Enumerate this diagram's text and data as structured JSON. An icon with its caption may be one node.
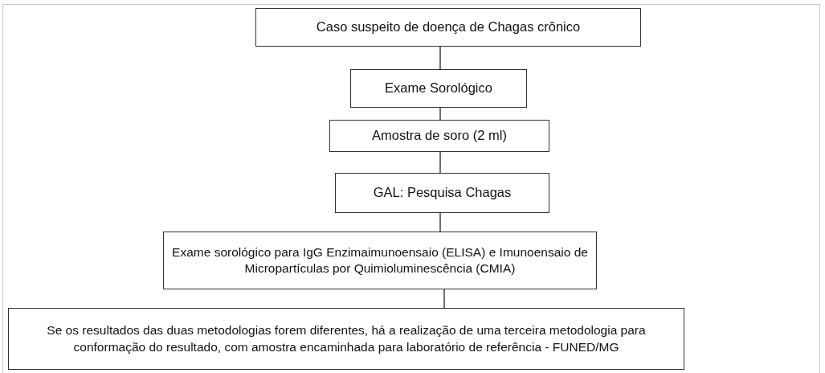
{
  "diagram": {
    "nodes": [
      {
        "text": [
          "Caso suspeito de doença de Chagas crônico"
        ]
      },
      {
        "text": [
          "Exame Sorológico"
        ]
      },
      {
        "text": [
          "Amostra de soro (2 ml)"
        ]
      },
      {
        "text": [
          "GAL: Pesquisa Chagas"
        ]
      },
      {
        "text": [
          "Exame sorológico para IgG Enzimaimunoensaio (ELISA) e Imunoensaio de Micropartículas por Quimioluminescência (CMIA)"
        ]
      },
      {
        "text": [
          "Se os resultados das duas metodologias forem diferentes, há a realização de uma terceira metodologia para conformação do resultado, com amostra encaminhada para laboratório de referência - FUNED/MG"
        ]
      }
    ],
    "edges": [
      {
        "from": 0,
        "to": 1,
        "arrow": "none"
      },
      {
        "from": 1,
        "to": 2,
        "arrow": "none"
      },
      {
        "from": 2,
        "to": 3,
        "arrow": "none"
      },
      {
        "from": 3,
        "to": 4,
        "arrow": "none"
      },
      {
        "from": 4,
        "to": 5,
        "arrow": "none"
      }
    ]
  }
}
